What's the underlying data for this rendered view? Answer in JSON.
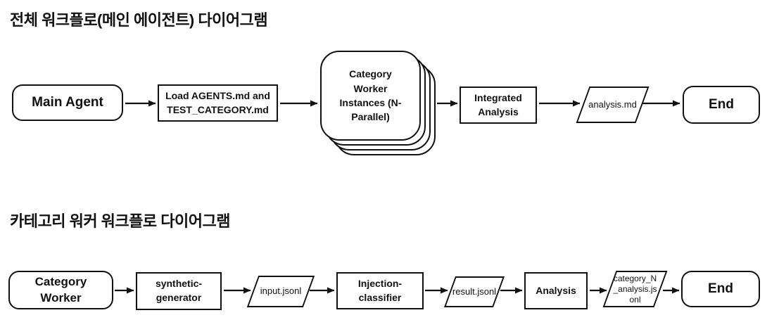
{
  "colors": {
    "background": "#ffffff",
    "line": "#111111",
    "text": "#111111",
    "node_fill": "#ffffff"
  },
  "diagram_main": {
    "title": "전체 워크플로(메인 에이전트) 다이어그램",
    "nodes": {
      "main_agent": {
        "label": "Main Agent",
        "shape": "rounded-rect"
      },
      "load_files": {
        "label": "Load AGENTS.md and TEST_CATEGORY.md",
        "shape": "rect"
      },
      "worker_instances": {
        "label": "Category Worker Instances (N-Parallel)",
        "shape": "stacked-rounded-rect"
      },
      "integrated": {
        "label": "Integrated Analysis",
        "shape": "rect"
      },
      "analysis_md": {
        "label": "analysis.md",
        "shape": "parallelogram"
      },
      "end": {
        "label": "End",
        "shape": "rounded-rect"
      }
    },
    "edges": [
      {
        "from": "main_agent",
        "to": "load_files"
      },
      {
        "from": "load_files",
        "to": "worker_instances"
      },
      {
        "from": "worker_instances",
        "to": "integrated"
      },
      {
        "from": "integrated",
        "to": "analysis_md"
      },
      {
        "from": "analysis_md",
        "to": "end"
      }
    ]
  },
  "diagram_worker": {
    "title": "카테고리 워커 워크플로 다이어그램",
    "nodes": {
      "category_worker": {
        "label": "Category Worker",
        "shape": "rounded-rect"
      },
      "synthetic_generator": {
        "label": "synthetic-generator",
        "shape": "rect"
      },
      "input_jsonl": {
        "label": "input.jsonl",
        "shape": "parallelogram"
      },
      "injection_classifier": {
        "label": "Injection-classifier",
        "shape": "rect"
      },
      "result_jsonl": {
        "label": "result.jsonl",
        "shape": "parallelogram"
      },
      "analysis": {
        "label": "Analysis",
        "shape": "rect"
      },
      "category_n_analysis": {
        "label": "category_N_analysis.jsonl",
        "shape": "parallelogram"
      },
      "end": {
        "label": "End",
        "shape": "rounded-rect"
      }
    },
    "edges": [
      {
        "from": "category_worker",
        "to": "synthetic_generator"
      },
      {
        "from": "synthetic_generator",
        "to": "input_jsonl"
      },
      {
        "from": "input_jsonl",
        "to": "injection_classifier"
      },
      {
        "from": "injection_classifier",
        "to": "result_jsonl"
      },
      {
        "from": "result_jsonl",
        "to": "analysis"
      },
      {
        "from": "analysis",
        "to": "category_n_analysis"
      },
      {
        "from": "category_n_analysis",
        "to": "end"
      }
    ]
  }
}
